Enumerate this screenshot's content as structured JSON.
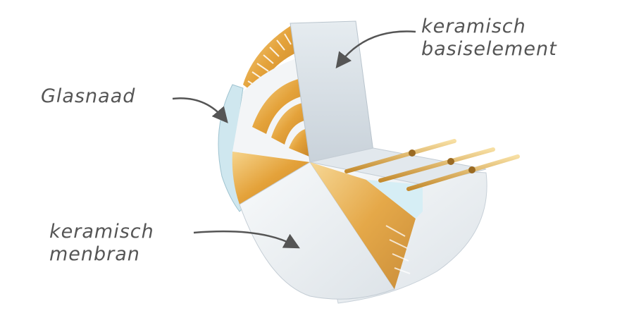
{
  "labels": {
    "base_element": [
      "keramisch",
      "basiselement"
    ],
    "glass_seam": "Glasnaad",
    "membrane": [
      "keramisch",
      "menbran"
    ]
  },
  "colors": {
    "gold": "#e4a23a",
    "gold_light": "#f4cc7e",
    "ceramic": "#eef1f4",
    "ceramic_shade": "#d5dde4",
    "arrow": "#555555",
    "text": "#555555"
  }
}
